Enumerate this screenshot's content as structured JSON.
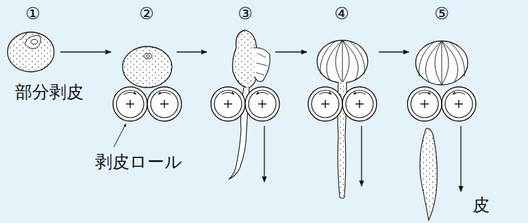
{
  "diagram": {
    "labels": [
      "①",
      "②",
      "③",
      "④",
      "⑤",
      "部分剥皮",
      "剥皮ロール",
      "皮"
    ]
  }
}
